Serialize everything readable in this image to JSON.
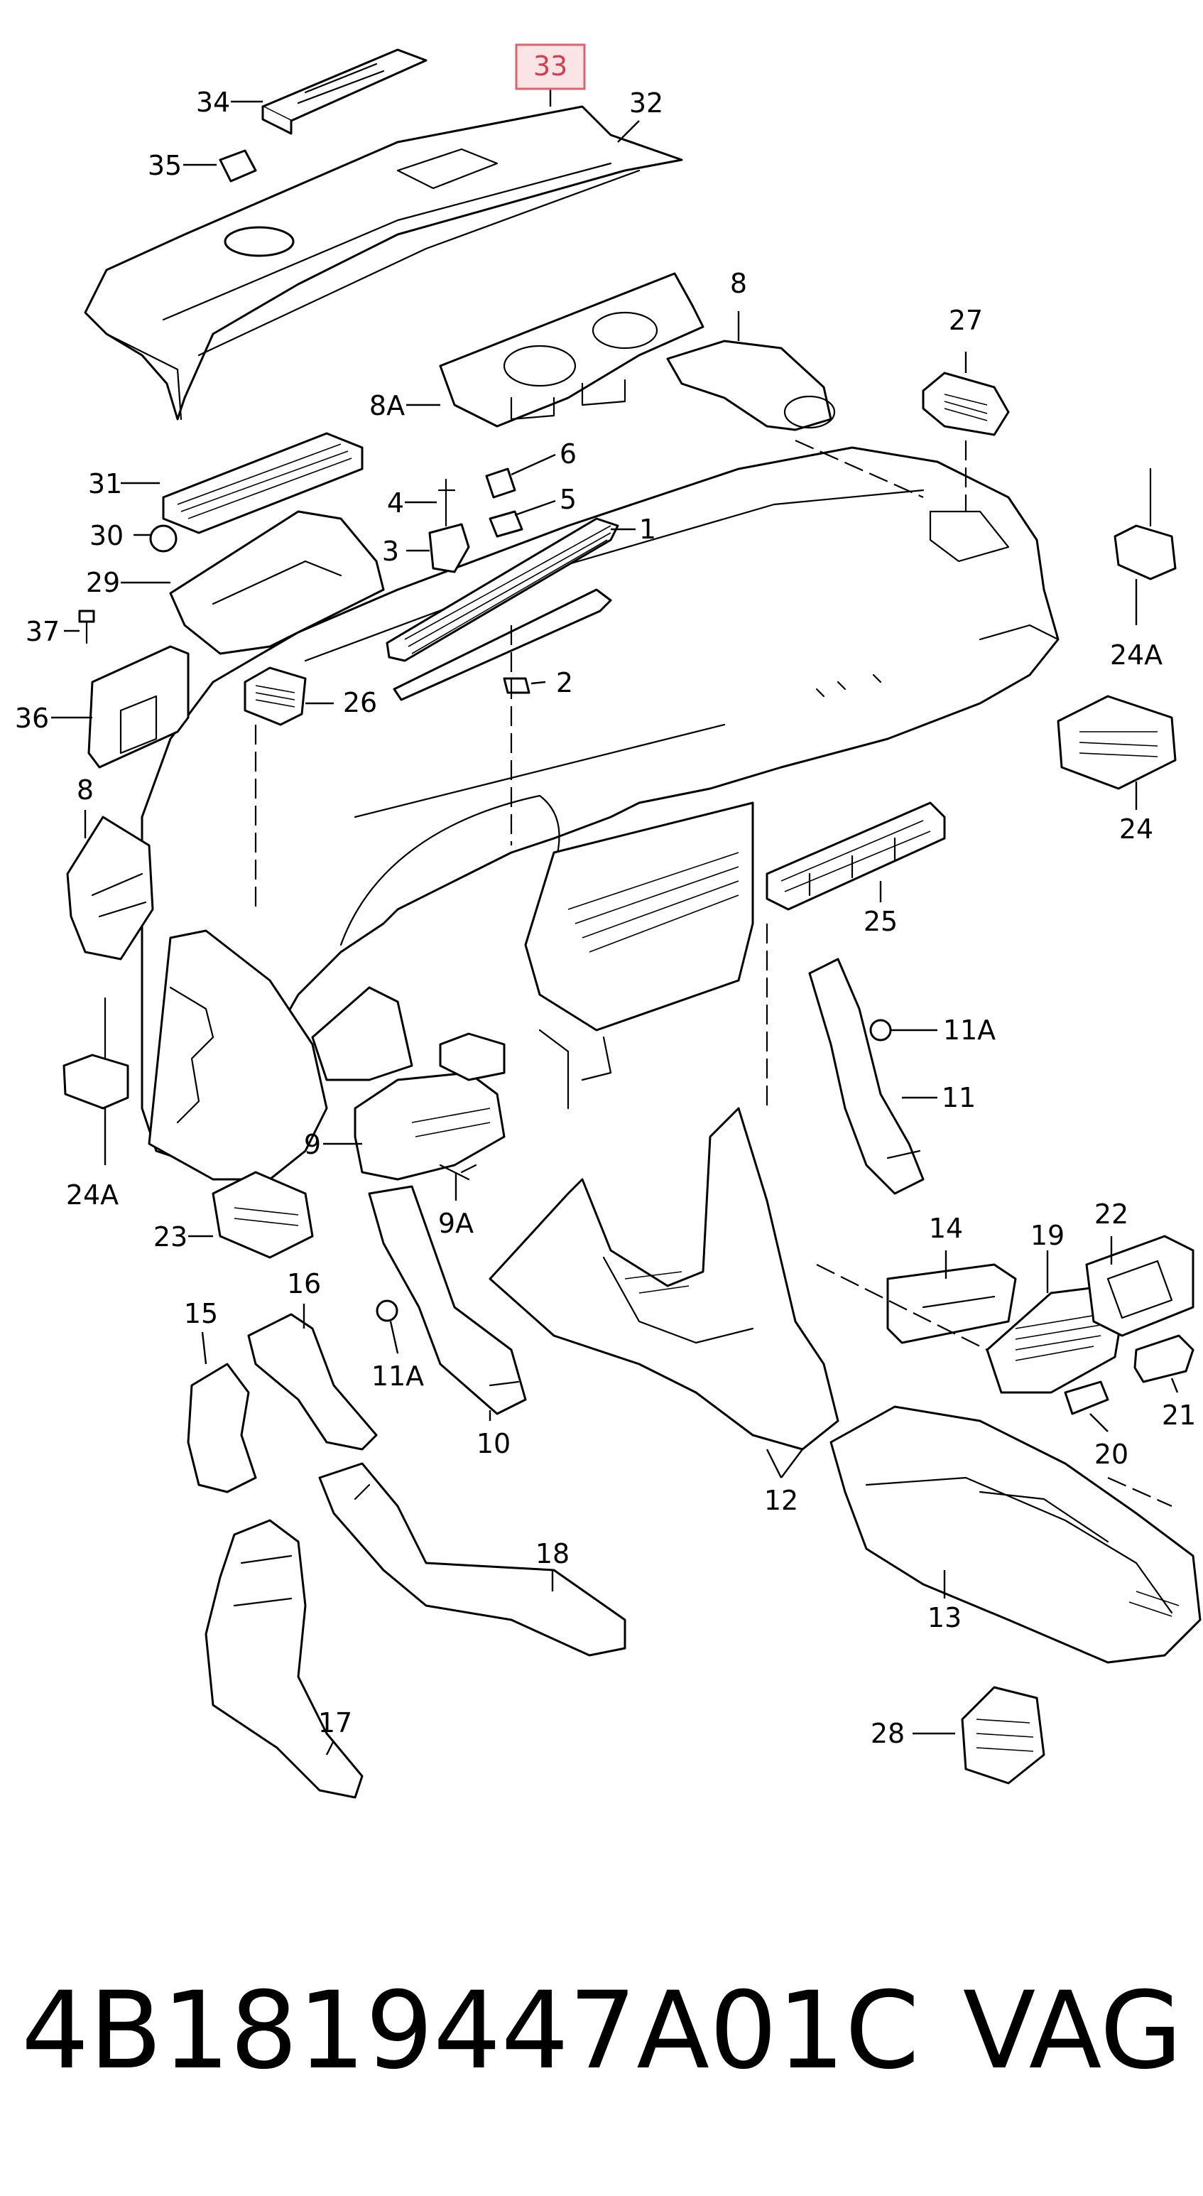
{
  "diagram": {
    "callouts": [
      {
        "id": "33",
        "label": "33",
        "highlight": true
      },
      {
        "id": "34",
        "label": "34"
      },
      {
        "id": "32",
        "label": "32"
      },
      {
        "id": "35",
        "label": "35"
      },
      {
        "id": "8",
        "label": "8"
      },
      {
        "id": "27",
        "label": "27"
      },
      {
        "id": "8A",
        "label": "8A"
      },
      {
        "id": "6",
        "label": "6"
      },
      {
        "id": "31",
        "label": "31"
      },
      {
        "id": "4",
        "label": "4"
      },
      {
        "id": "5",
        "label": "5"
      },
      {
        "id": "30",
        "label": "30"
      },
      {
        "id": "1",
        "label": "1"
      },
      {
        "id": "3",
        "label": "3"
      },
      {
        "id": "29",
        "label": "29"
      },
      {
        "id": "37",
        "label": "37"
      },
      {
        "id": "2",
        "label": "2"
      },
      {
        "id": "24A_right",
        "label": "24A"
      },
      {
        "id": "36",
        "label": "36"
      },
      {
        "id": "26",
        "label": "26"
      },
      {
        "id": "8_left",
        "label": "8"
      },
      {
        "id": "24",
        "label": "24"
      },
      {
        "id": "25",
        "label": "25"
      },
      {
        "id": "11A_right",
        "label": "11A"
      },
      {
        "id": "11",
        "label": "11"
      },
      {
        "id": "24A_left",
        "label": "24A"
      },
      {
        "id": "9",
        "label": "9"
      },
      {
        "id": "9A",
        "label": "9A"
      },
      {
        "id": "23",
        "label": "23"
      },
      {
        "id": "14",
        "label": "14"
      },
      {
        "id": "22",
        "label": "22"
      },
      {
        "id": "19",
        "label": "19"
      },
      {
        "id": "16",
        "label": "16"
      },
      {
        "id": "15",
        "label": "15"
      },
      {
        "id": "11A_left",
        "label": "11A"
      },
      {
        "id": "10",
        "label": "10"
      },
      {
        "id": "21",
        "label": "21"
      },
      {
        "id": "20",
        "label": "20"
      },
      {
        "id": "12",
        "label": "12"
      },
      {
        "id": "18",
        "label": "18"
      },
      {
        "id": "13",
        "label": "13"
      },
      {
        "id": "17",
        "label": "17"
      },
      {
        "id": "28",
        "label": "28"
      }
    ]
  },
  "footer": {
    "part_number": "4B1819447A01C",
    "brand": "VAG"
  }
}
